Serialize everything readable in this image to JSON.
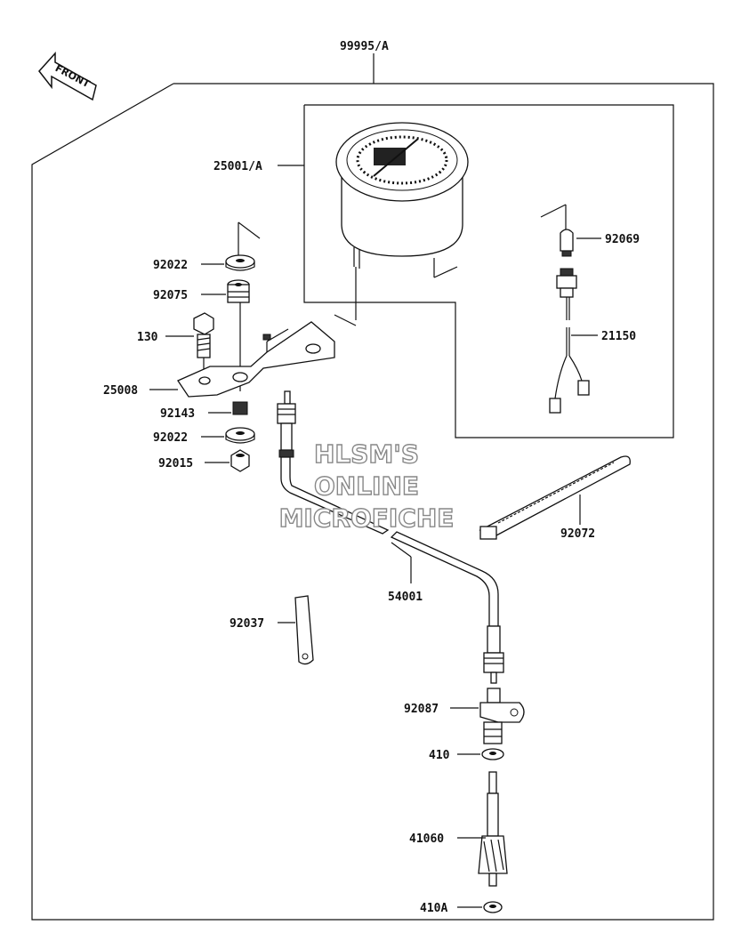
{
  "front_label": "FRONT",
  "watermark": [
    "HLSM'S",
    "ONLINE",
    "MICROFICHE"
  ],
  "labels": {
    "kit": "99995/A",
    "meter": "25001/A",
    "p92069": "92069",
    "p92022a": "92022",
    "p92075": "92075",
    "p130": "130",
    "p21150": "21150",
    "p25008": "25008",
    "p92143": "92143",
    "p92022b": "92022",
    "p92015": "92015",
    "p92072": "92072",
    "p54001": "54001",
    "p92037": "92037",
    "p92087": "92087",
    "p410": "410",
    "p41060": "41060",
    "p410A": "410A"
  }
}
